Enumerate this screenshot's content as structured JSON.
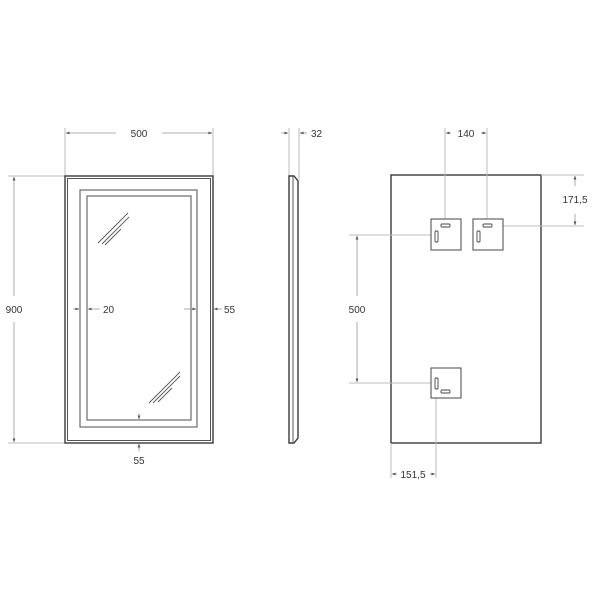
{
  "drawing": {
    "units": "mm",
    "colors": {
      "outline": "#3a3a3a",
      "dimension_line": "#9a9a9a",
      "extension_line": "#bdbdbd",
      "text": "#333333",
      "background": "#ffffff"
    },
    "front_view": {
      "width_label": "500",
      "height_label": "900",
      "inner_frame_gap_label": "20",
      "side_frame_label": "55",
      "bottom_frame_label": "55"
    },
    "side_view": {
      "depth_label": "32"
    },
    "back_view": {
      "bracket_spacing_label": "140",
      "top_offset_label": "171,5",
      "vertical_bracket_spacing_label": "500",
      "left_offset_label": "151,5"
    }
  }
}
